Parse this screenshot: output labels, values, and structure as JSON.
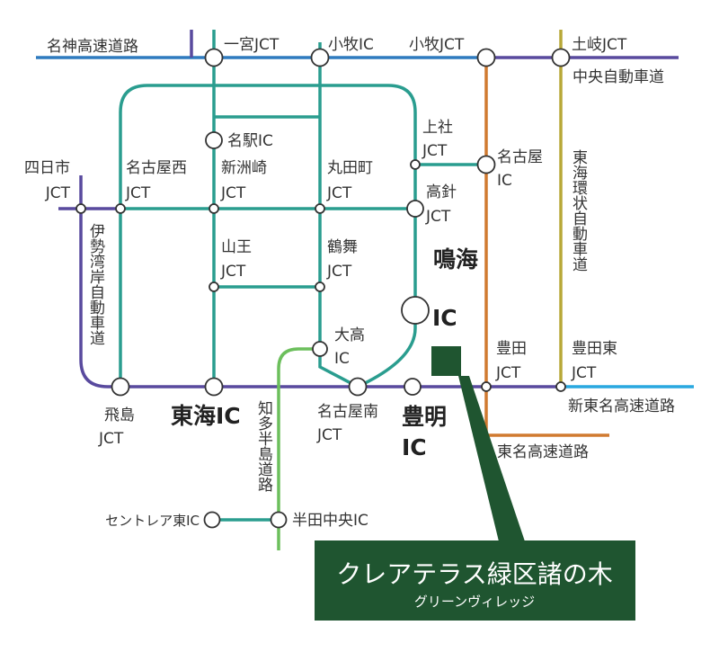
{
  "colors": {
    "meishin": "#2f7bbf",
    "chuo": "#594a9e",
    "nagoya_expressway": "#2a9d8f",
    "tomei": "#d07a30",
    "tokai_kanjo": "#b8a838",
    "chita": "#6cbf5c",
    "shin_tomei": "#29a8e0",
    "site": "#1f5530"
  },
  "roads": {
    "meishin": "名神高速道路",
    "chuo": "中央自動車道",
    "isewangan": "伊勢湾岸自動車道",
    "tokai_kanjo": "東海環状自動車道",
    "chita": "知多半島道路",
    "tomei": "東名高速道路",
    "shin_tomei": "新東名高速道路"
  },
  "nodes": {
    "ichinomiya": "一宮JCT",
    "komaki_ic": "小牧IC",
    "komaki_jct": "小牧JCT",
    "toki": "土岐JCT",
    "meieki": "名駅IC",
    "yokkaichi": [
      "四日市",
      "JCT"
    ],
    "nagoya_nishi": [
      "名古屋西",
      "JCT"
    ],
    "shinsuzaki": [
      "新洲崎",
      "JCT"
    ],
    "marutamachi": [
      "丸田町",
      "JCT"
    ],
    "kamiyashiro": [
      "上社",
      "JCT"
    ],
    "takabari": [
      "高針",
      "JCT"
    ],
    "nagoya_ic": [
      "名古屋",
      "IC"
    ],
    "sanno": [
      "山王",
      "JCT"
    ],
    "tsurumai": [
      "鶴舞",
      "JCT"
    ],
    "narumi": [
      "鳴海",
      "IC"
    ],
    "odaka": [
      "大高",
      "IC"
    ],
    "tobishima": [
      "飛島",
      "JCT"
    ],
    "tokai_ic": "東海IC",
    "nagoya_minami": [
      "名古屋南",
      "JCT"
    ],
    "toyoake": [
      "豊明",
      "IC"
    ],
    "toyota": [
      "豊田",
      "JCT"
    ],
    "toyota_higashi": [
      "豊田東",
      "JCT"
    ],
    "centrair": "セントレア東IC",
    "handa": "半田中央IC"
  },
  "property": {
    "name": "クレアテラス緑区諸の木",
    "subtitle": "グリーンヴィレッジ"
  }
}
